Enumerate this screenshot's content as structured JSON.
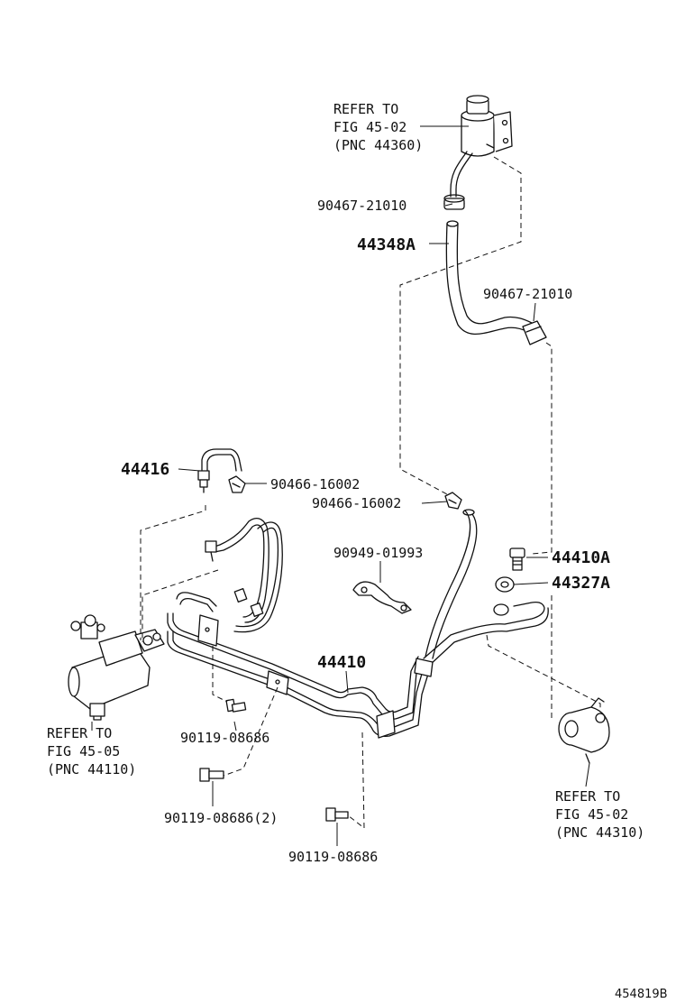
{
  "callouts": {
    "reservoir_ref": [
      "REFER TO",
      "FIG 45-02",
      "(PNC 44360)"
    ],
    "clamp_top": "90467-21010",
    "hose_44348a": "44348A",
    "clamp_right": "90467-21010",
    "tube_44416": "44416",
    "clip_90466_a": "90466-16002",
    "clip_90466_b": "90466-16002",
    "clamp_90949": "90949-01993",
    "bolt_44410a": "44410A",
    "gasket_44327a": "44327A",
    "tube_44410": "44410",
    "gear_ref": [
      "REFER TO",
      "FIG 45-05",
      "(PNC 44110)"
    ],
    "bolt_a": "90119-08686",
    "bolt_b": "90119-08686(2)",
    "bolt_c": "90119-08686",
    "pump_ref": [
      "REFER TO",
      "FIG 45-02",
      "(PNC 44310)"
    ],
    "figure_id": "454819B"
  }
}
